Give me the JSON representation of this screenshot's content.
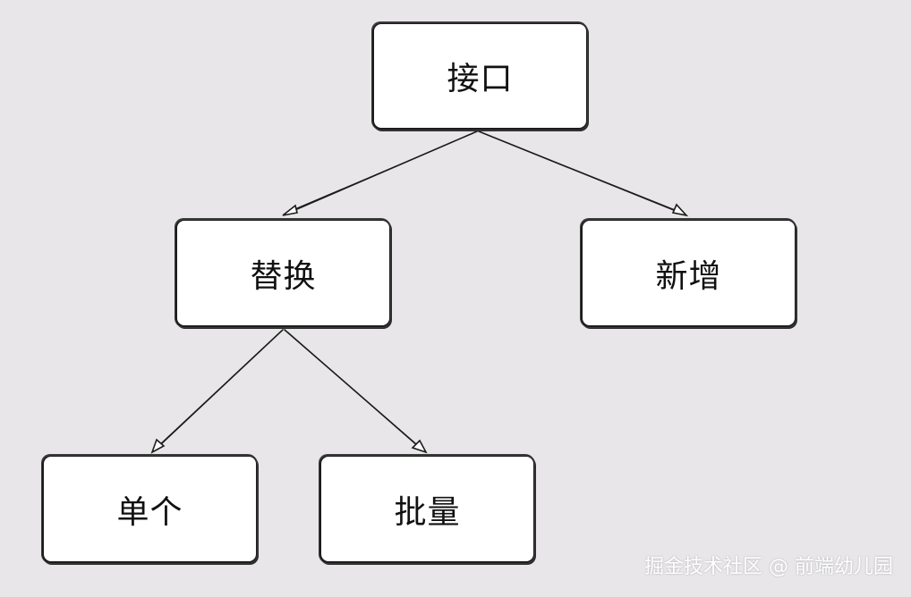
{
  "nodes": {
    "root": "接口",
    "replace": "替换",
    "add": "新增",
    "single": "单个",
    "batch": "批量"
  },
  "watermark": "掘金技术社区 @ 前端幼儿园"
}
